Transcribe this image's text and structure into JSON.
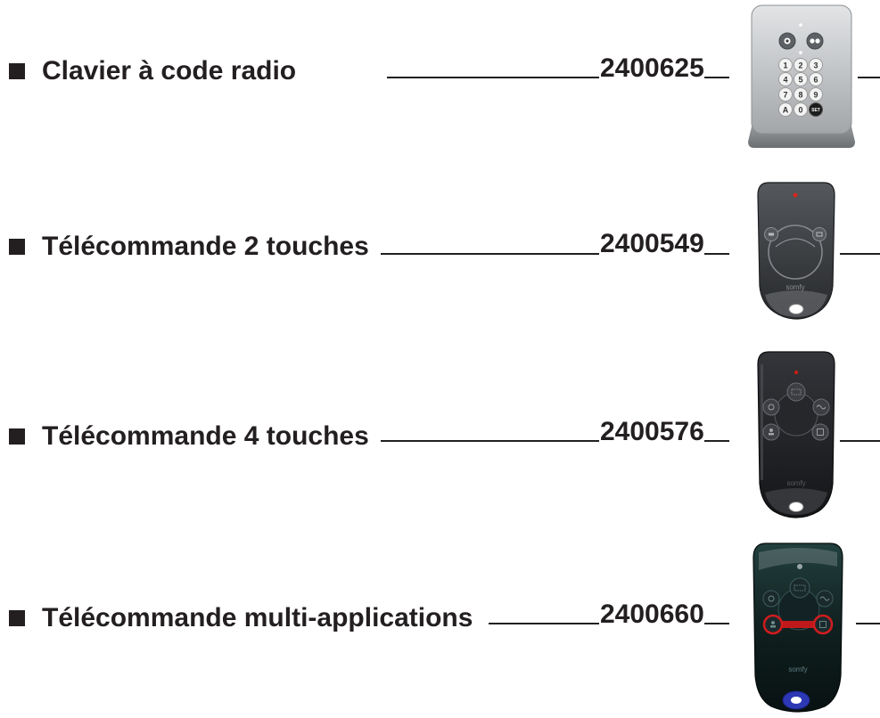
{
  "bullet_icon": "square-bullet-icon",
  "items": [
    {
      "label": "Clavier à code radio",
      "ref": "2400625",
      "device_icon": "keypad-icon"
    },
    {
      "label": "Télécommande 2 touches",
      "ref": "2400549",
      "device_icon": "remote-2-buttons-icon"
    },
    {
      "label": "Télécommande 4 touches",
      "ref": "2400576",
      "device_icon": "remote-4-buttons-icon"
    },
    {
      "label": "Télécommande multi-applications",
      "ref": "2400660",
      "device_icon": "remote-multi-applications-icon"
    }
  ],
  "keypad": {
    "keys": [
      "1",
      "2",
      "3",
      "4",
      "5",
      "6",
      "7",
      "8",
      "9",
      "A",
      "0",
      "SET"
    ]
  },
  "brand_logo": "somfy",
  "colors": {
    "text": "#231f20",
    "led": "#d0201a",
    "highlight": "#c0191b",
    "keyring": "#2c38b4"
  }
}
